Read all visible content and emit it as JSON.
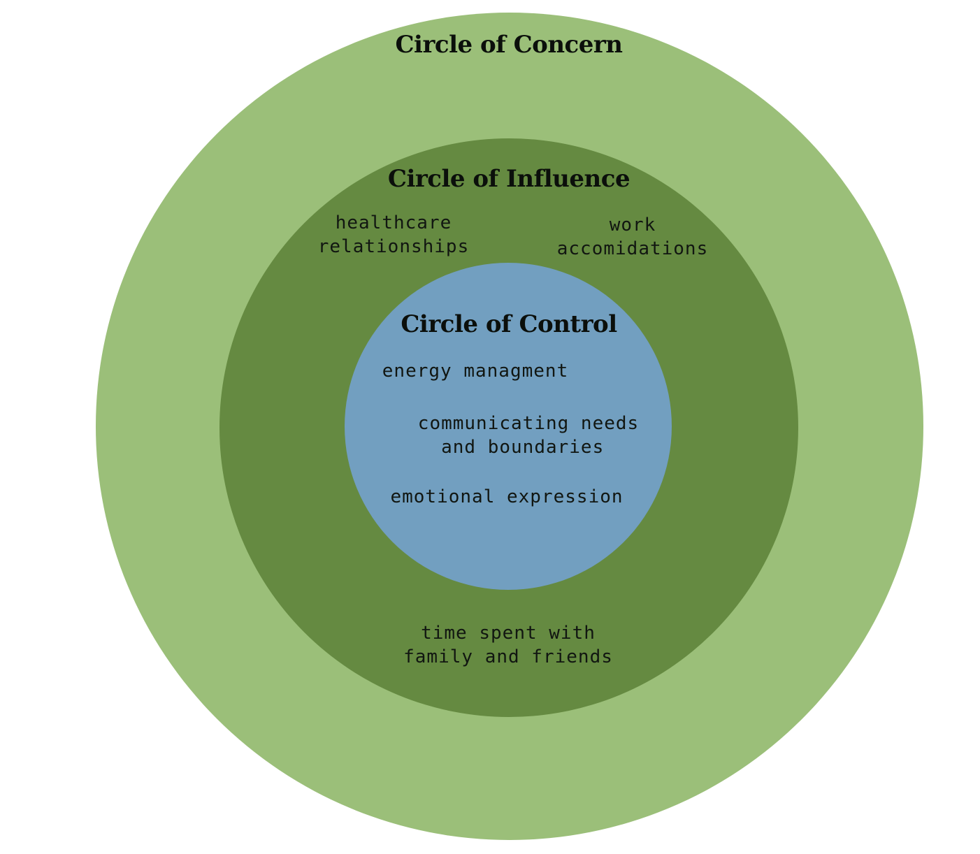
{
  "colors": {
    "concern": "#9bbf79",
    "influence": "#658a41",
    "control": "#729fc0",
    "background": "#ffffff",
    "text": "#0b0f0b"
  },
  "circles": {
    "concern": {
      "title": "Circle of Concern",
      "items": []
    },
    "influence": {
      "title": "Circle of Influence",
      "items": [
        "healthcare\nrelationships",
        "work\naccomidations",
        "time spent with\nfamily and friends"
      ]
    },
    "control": {
      "title": "Circle of Control",
      "items": [
        "energy managment",
        "communicating needs\n  and boundaries",
        "emotional expression"
      ]
    }
  }
}
